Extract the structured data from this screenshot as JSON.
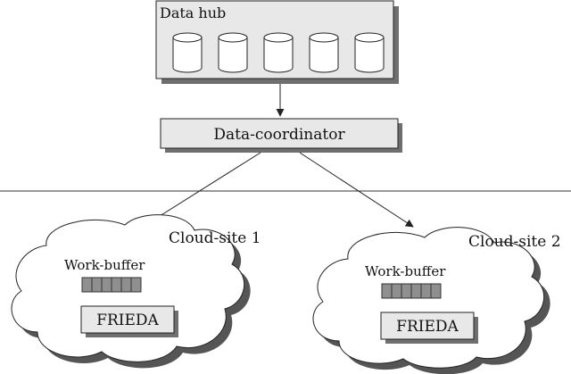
{
  "data_hub": {
    "label": "Data hub",
    "disk_count": 5
  },
  "coordinator": {
    "label": "Data-coordinator"
  },
  "sites": [
    {
      "label": "Cloud-site 1",
      "buffer_label": "Work-buffer",
      "buffer_slots": 6,
      "frieda_label": "FRIEDA"
    },
    {
      "label": "Cloud-site 2",
      "buffer_label": "Work-buffer",
      "buffer_slots": 6,
      "frieda_label": "FRIEDA"
    }
  ],
  "colors": {
    "box_fill": "#e8e8e8",
    "shadow": "#6f6f6f",
    "cloud_shadow": "#555555",
    "slot_fill": "#8f8f8f",
    "stroke": "#222222"
  }
}
